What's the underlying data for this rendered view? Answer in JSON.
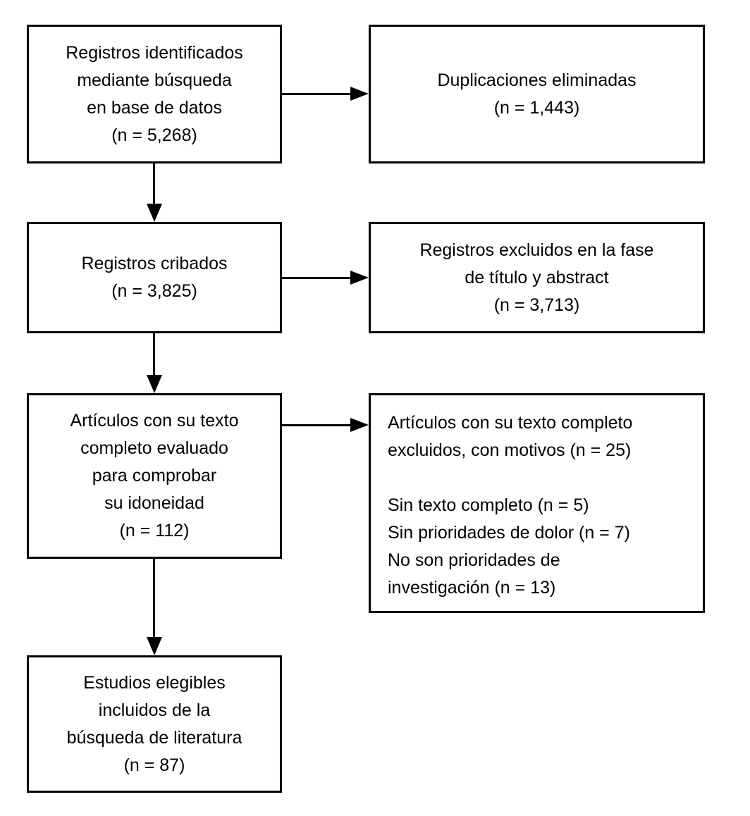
{
  "diagram": {
    "colors": {
      "box_border": "#000000",
      "box_background": "#ffffff",
      "text": "#000000",
      "arrow": "#000000"
    },
    "boxes": {
      "identified": {
        "lines": [
          "Registros identificados",
          "mediante búsqueda",
          "en base de datos",
          "(n = 5,268)"
        ],
        "n": "5,268"
      },
      "duplicates_removed": {
        "lines": [
          "Duplicaciones eliminadas",
          "(n = 1,443)"
        ],
        "n": "1,443"
      },
      "screened": {
        "lines": [
          "Registros cribados",
          "(n = 3,825)"
        ],
        "n": "3,825"
      },
      "excluded_title_abstract": {
        "lines": [
          "Registros excluidos en la fase",
          "de título y abstract",
          "(n = 3,713)"
        ],
        "n": "3,713"
      },
      "fulltext_assessed": {
        "lines": [
          "Artículos con su texto",
          "completo evaluado",
          "para comprobar",
          "su idoneidad",
          "(n = 112)"
        ],
        "n": "112"
      },
      "fulltext_excluded": {
        "lines": [
          "Artículos con su texto completo",
          "excluidos, con motivos (n = 25)",
          "",
          "Sin texto completo (n = 5)",
          "Sin prioridades de dolor (n = 7)",
          "No son prioridades de",
          "investigación (n = 13)"
        ],
        "n": "25"
      },
      "included": {
        "lines": [
          "Estudios elegibles",
          "incluidos de la",
          "búsqueda de literatura",
          "(n = 87)"
        ],
        "n": "87"
      }
    }
  }
}
